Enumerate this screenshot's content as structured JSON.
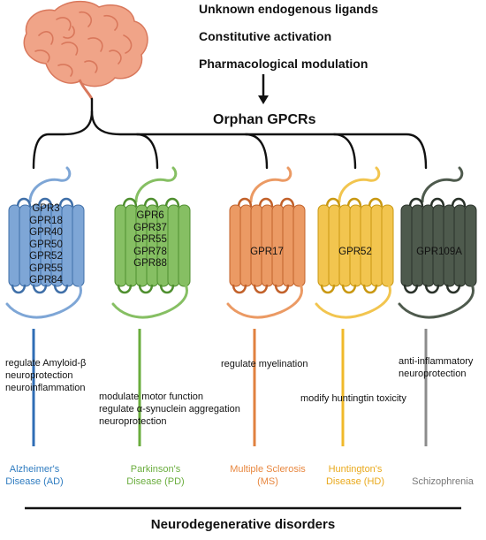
{
  "header": {
    "lines": [
      "Unknown endogenous ligands",
      "Constitutive activation",
      "Pharmacological modulation"
    ]
  },
  "title": "Orphan GPCRs",
  "groups": [
    {
      "receptors": [
        "GPR3",
        "GPR18",
        "GPR40",
        "GPR50",
        "GPR52",
        "GPR55",
        "GPR84"
      ],
      "functions": [
        "regulate  Amyloid-β",
        "neuroprotection",
        "neuroinflammation"
      ],
      "disease": [
        "Alzheimer's",
        "Disease (AD)"
      ],
      "color": "#7ea6d6",
      "dark": "#3f6fa8",
      "line_color": "#2f6db5",
      "label_color": "#2f7cc0"
    },
    {
      "receptors": [
        "GPR6",
        "GPR37",
        "GPR55",
        "GPR78",
        "GPR88"
      ],
      "functions": [
        "modulate motor function",
        "regulate  α-synuclein  aggregation",
        "neuroprotection"
      ],
      "disease": [
        "Parkinson's",
        "Disease (PD)"
      ],
      "color": "#86bf63",
      "dark": "#4f8f2f",
      "line_color": "#6aad3d",
      "label_color": "#6aad3d"
    },
    {
      "receptors": [
        "GPR17"
      ],
      "functions": [
        "regulate  myelination"
      ],
      "disease": [
        "Multiple Sclerosis",
        "(MS)"
      ],
      "color": "#eb9a64",
      "dark": "#c2612a",
      "line_color": "#e0813f",
      "label_color": "#e8873f"
    },
    {
      "receptors": [
        "GPR52"
      ],
      "functions": [
        "modify huntingtin  toxicity"
      ],
      "disease": [
        "Huntington's",
        "Disease (HD)"
      ],
      "color": "#f2c54f",
      "dark": "#c99812",
      "line_color": "#f0b92a",
      "label_color": "#e9a91c"
    },
    {
      "receptors": [
        "GPR109A"
      ],
      "functions": [
        "anti-inflammatory",
        "neuroprotection"
      ],
      "disease": [
        "Schizophrenia"
      ],
      "color": "#4e5a4d",
      "dark": "#2a322a",
      "line_color": "#8c8c8c",
      "label_color": "#777777"
    }
  ],
  "footer": "Neurodegenerative disorders",
  "brain_color": "#f0a488"
}
